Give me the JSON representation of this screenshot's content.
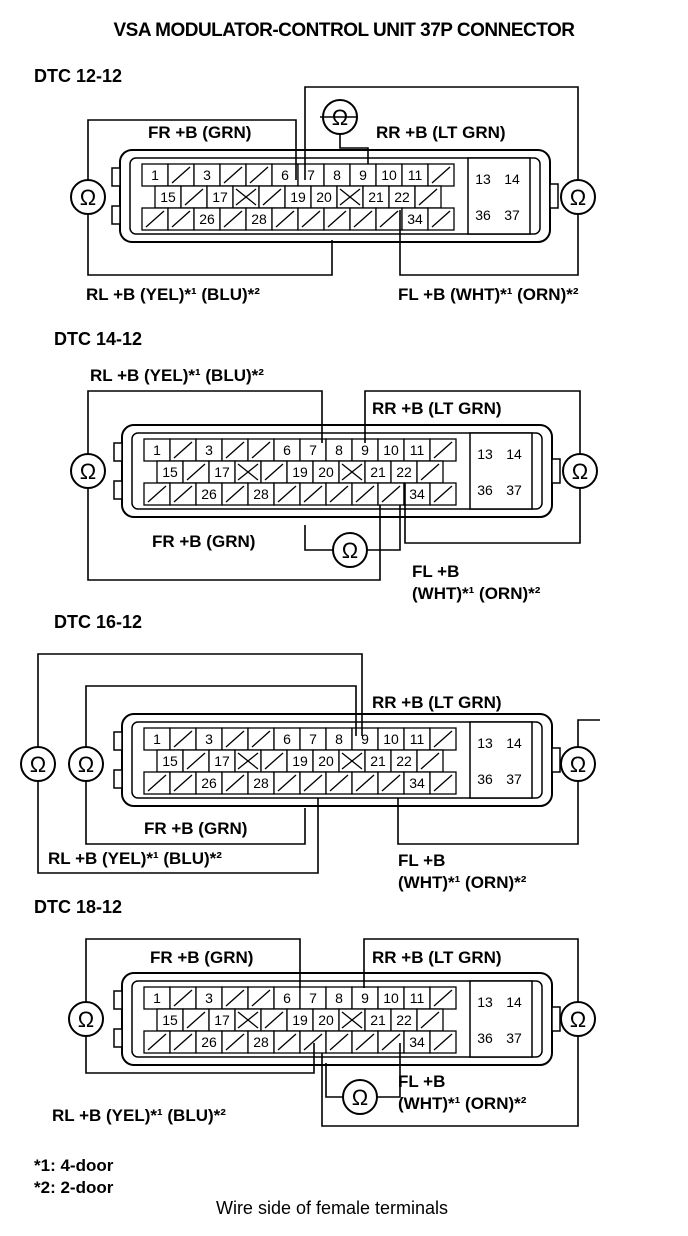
{
  "title": "VSA MODULATOR-CONTROL UNIT 37P CONNECTOR",
  "pins": {
    "row1": [
      "1",
      "",
      "3",
      "",
      "",
      "6",
      "7",
      "8",
      "9",
      "10",
      "11",
      ""
    ],
    "row2": [
      "15",
      "",
      "17",
      "X",
      "",
      "19",
      "20",
      "X",
      "21",
      "22",
      ""
    ],
    "row3": [
      "",
      "",
      "26",
      "",
      "28",
      "",
      "",
      "",
      "",
      "",
      "34",
      ""
    ],
    "side": [
      "13",
      "14",
      "36",
      "37"
    ]
  },
  "symbols": {
    "ohmmeter": "Ω"
  },
  "panels": [
    {
      "dtc": "DTC 12-12",
      "labels": [
        "FR +B (GRN)",
        "RR +B (LT GRN)",
        "RL +B (YEL)*¹ (BLU)*²",
        "FL +B (WHT)*¹ (ORN)*²"
      ]
    },
    {
      "dtc": "DTC 14-12",
      "labels": [
        "RL +B (YEL)*¹ (BLU)*²",
        "RR +B (LT GRN)",
        "FR +B (GRN)",
        "FL +B",
        "(WHT)*¹ (ORN)*²"
      ]
    },
    {
      "dtc": "DTC 16-12",
      "labels": [
        "RR +B (LT GRN)",
        "FR +B (GRN)",
        "RL +B (YEL)*¹ (BLU)*²",
        "FL +B",
        "(WHT)*¹ (ORN)*²"
      ]
    },
    {
      "dtc": "DTC 18-12",
      "labels": [
        "FR +B (GRN)",
        "RR +B (LT GRN)",
        "FL +B",
        "(WHT)*¹ (ORN)*²",
        "RL +B (YEL)*¹ (BLU)*²"
      ]
    }
  ],
  "notes": [
    "*1: 4-door",
    "*2: 2-door"
  ],
  "caption": "Wire side of female terminals"
}
